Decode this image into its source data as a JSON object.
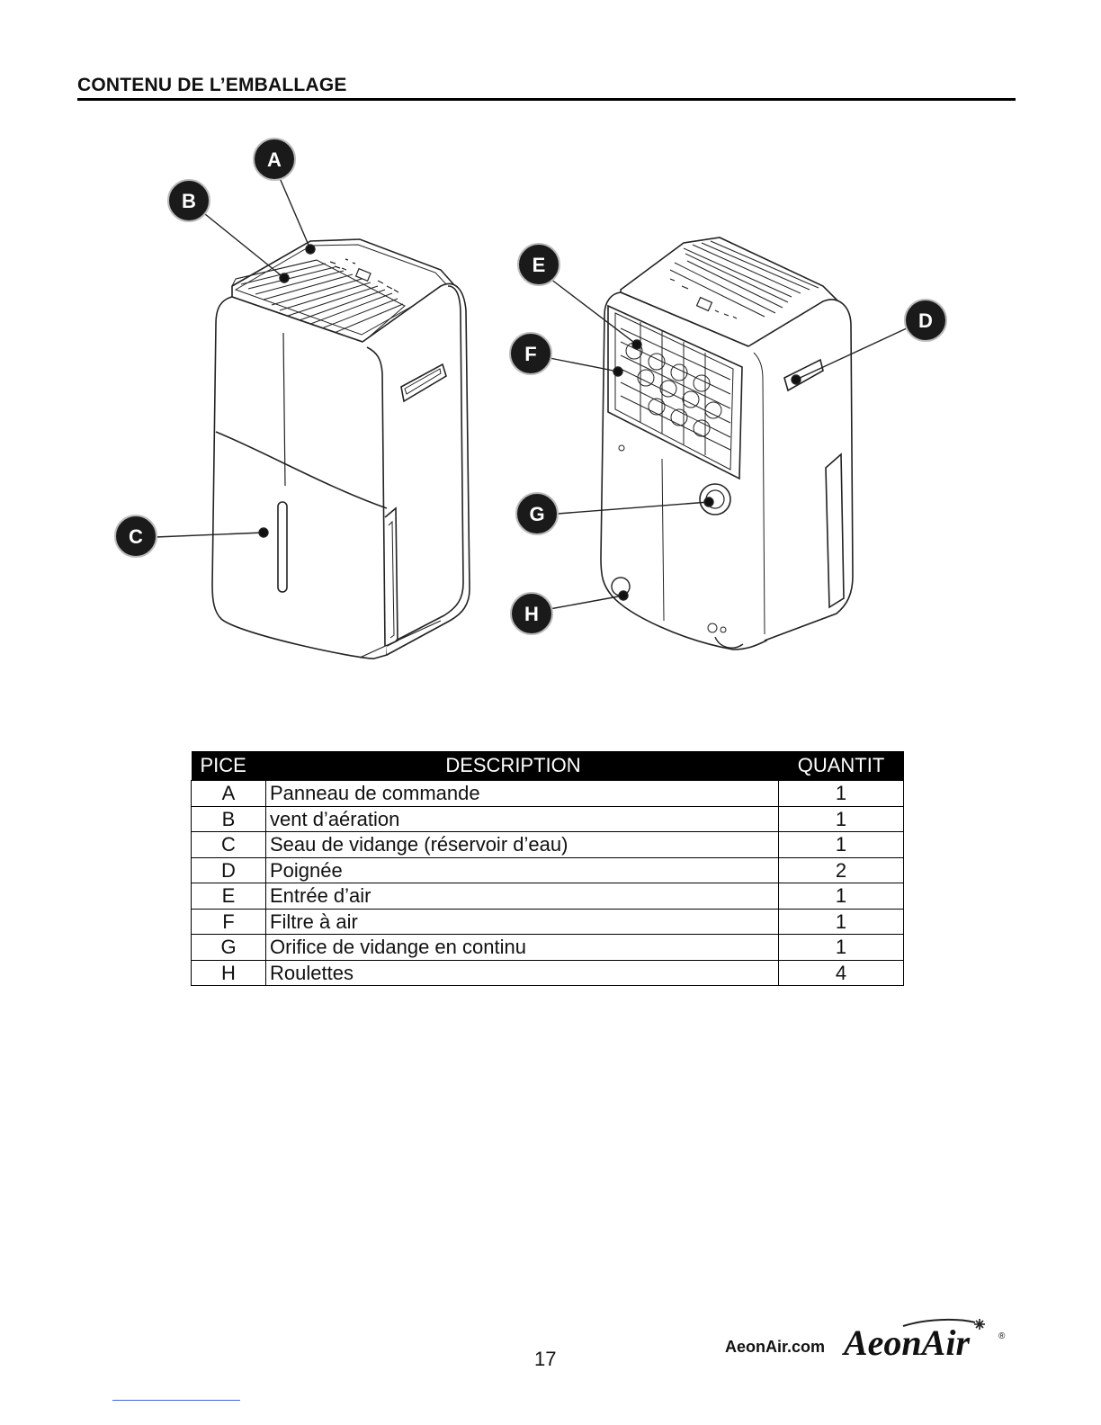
{
  "section_title": "CONTENU DE L’EMBALLAGE",
  "callouts": {
    "a": "A",
    "b": "B",
    "c": "C",
    "d": "D",
    "e": "E",
    "f": "F",
    "g": "G",
    "h": "H"
  },
  "table": {
    "headers": {
      "piece": "PICE",
      "description": "DESCRIPTION",
      "quantity": "QUANTIT"
    },
    "rows": [
      {
        "piece": "A",
        "description": "Panneau de commande",
        "quantity": "1"
      },
      {
        "piece": "B",
        "description": "vent d’aération",
        "quantity": "1"
      },
      {
        "piece": "C",
        "description": "Seau de vidange (réservoir d’eau)",
        "quantity": "1"
      },
      {
        "piece": "D",
        "description": "Poignée",
        "quantity": "2"
      },
      {
        "piece": "E",
        "description": "Entrée d’air",
        "quantity": "1"
      },
      {
        "piece": "F",
        "description": "Filtre à air",
        "quantity": "1"
      },
      {
        "piece": "G",
        "description": "Orifice de vidange en continu",
        "quantity": "1"
      },
      {
        "piece": "H",
        "description": "Roulettes",
        "quantity": "4"
      }
    ]
  },
  "footer": {
    "page_number": "17",
    "website": "AeonAir.com",
    "brand": "AeonAir",
    "registered_mark": "®"
  }
}
